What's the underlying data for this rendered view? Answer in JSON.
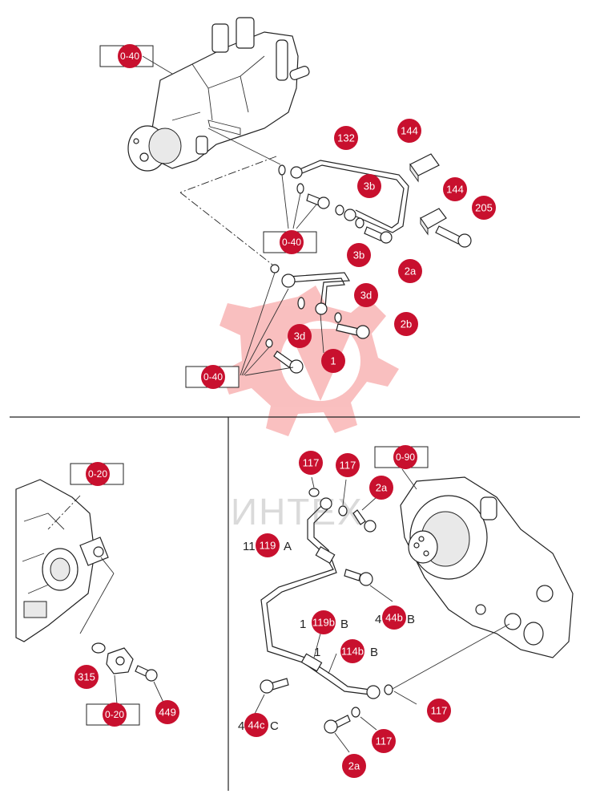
{
  "watermark": {
    "text": "ИНТЕХ",
    "color": "#f04a4a"
  },
  "colors": {
    "badge": "#c8102e",
    "line": "#222222"
  },
  "badges": {
    "b132": "132",
    "b144a": "144",
    "b144b": "144",
    "b205": "205",
    "b3b1": "3b",
    "b3b2": "3b",
    "b2a1": "2a",
    "b3d1": "3d",
    "b3d2": "3d",
    "b2b": "2b",
    "b1": "1",
    "b315": "315",
    "b0-20b": "0-20",
    "b449": "449",
    "b117a": "117",
    "b117b": "117",
    "b2a2": "2a",
    "b119a": "119",
    "b44b": "44b",
    "b119b": "119b",
    "b114b": "114b",
    "b117c": "117",
    "b44c": "44c",
    "b117d": "117",
    "b2a3": "2a"
  },
  "refs": {
    "r1": "0-40",
    "r2": "0-40",
    "r3": "0-40",
    "r4": "0-20",
    "r5": "0-90"
  },
  "labels": {
    "l119a": "A",
    "l119b": "B",
    "l114b": "B",
    "l44b": "B",
    "l44c": "C"
  }
}
